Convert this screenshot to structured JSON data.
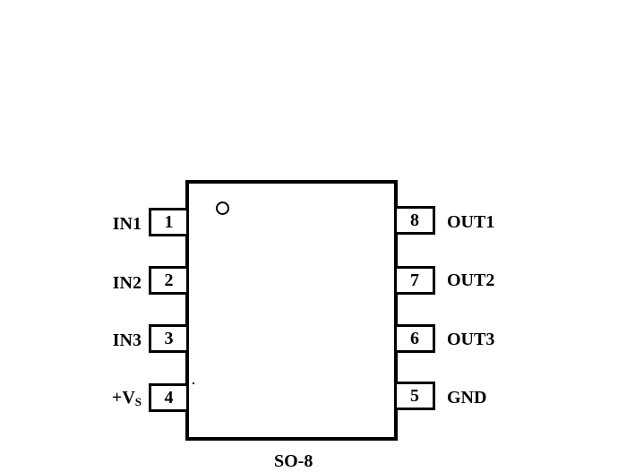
{
  "package": "SO-8",
  "pins_left": [
    {
      "number": "1",
      "name": "IN1"
    },
    {
      "number": "2",
      "name": "IN2"
    },
    {
      "number": "3",
      "name": "IN3"
    },
    {
      "number": "4",
      "name_main": "+V",
      "name_sub": "S"
    }
  ],
  "pins_right": [
    {
      "number": "8",
      "name": "OUT1"
    },
    {
      "number": "7",
      "name": "OUT2"
    },
    {
      "number": "6",
      "name": "OUT3"
    },
    {
      "number": "5",
      "name": "GND"
    }
  ]
}
